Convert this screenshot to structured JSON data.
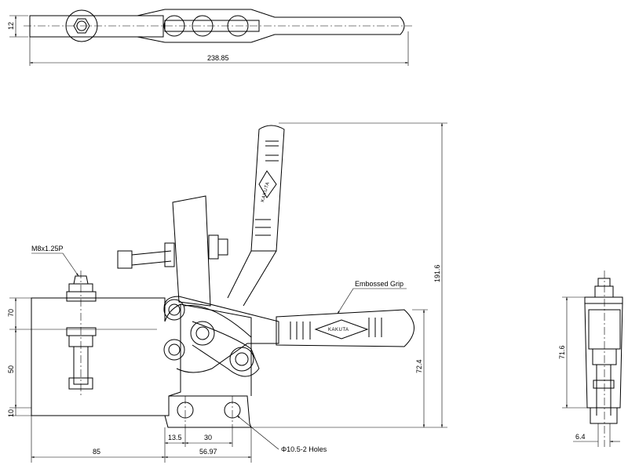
{
  "dimensions": {
    "top_height": "12",
    "overall_length": "238.85",
    "overall_height": "191.6",
    "clamp_height": "72.4",
    "base_70": "70",
    "base_50": "50",
    "base_10": "10",
    "hole_offset": "13.5",
    "hole_pitch": "30",
    "width_85": "85",
    "width_56": "56.97",
    "side_height": "71.6",
    "side_width": "6.4"
  },
  "labels": {
    "thread": "M8x1.25P",
    "grip": "Embossed Grip",
    "holes": "Φ10.5-2 Holes",
    "brand": "KAKUTA"
  }
}
